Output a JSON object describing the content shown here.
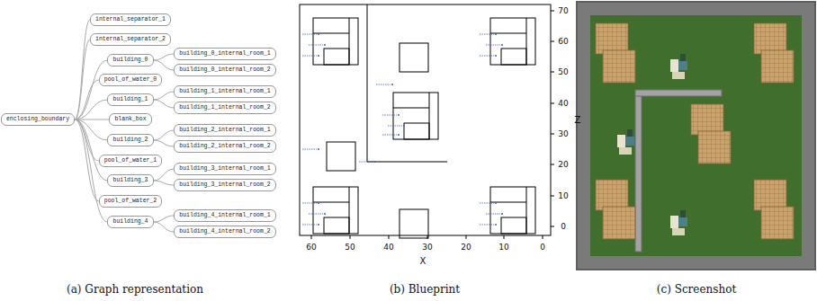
{
  "diagram": {
    "nodes": [
      {
        "text": [
          "enclosing_boundary"
        ]
      },
      {
        "text": [
          "internal_separator_1"
        ]
      },
      {
        "text": [
          "internal_separator_2"
        ]
      },
      {
        "text": [
          "building_0"
        ]
      },
      {
        "text": [
          "building_0_internal_room_1"
        ]
      },
      {
        "text": [
          "building_0_internal_room_2"
        ]
      },
      {
        "text": [
          "pool_of_water_0"
        ]
      },
      {
        "text": [
          "building_1"
        ]
      },
      {
        "text": [
          "building_1_internal_room_1"
        ]
      },
      {
        "text": [
          "building_1_internal_room_2"
        ]
      },
      {
        "text": [
          "blank_box"
        ]
      },
      {
        "text": [
          "building_2"
        ]
      },
      {
        "text": [
          "building_2_internal_room_1"
        ]
      },
      {
        "text": [
          "building_2_internal_room_2"
        ]
      },
      {
        "text": [
          "pool_of_water_1"
        ]
      },
      {
        "text": [
          "building_3"
        ]
      },
      {
        "text": [
          "building_3_internal_room_1"
        ]
      },
      {
        "text": [
          "building_3_internal_room_2"
        ]
      },
      {
        "text": [
          "pool_of_water_2"
        ]
      },
      {
        "text": [
          "building_4"
        ]
      },
      {
        "text": [
          "building_4_internal_room_1"
        ]
      },
      {
        "text": [
          "building_4_internal_room_2"
        ]
      }
    ],
    "edges": [
      {
        "from": 0,
        "to": 1,
        "arrow": "none"
      },
      {
        "from": 0,
        "to": 2,
        "arrow": "none"
      },
      {
        "from": 0,
        "to": 3,
        "arrow": "none"
      },
      {
        "from": 0,
        "to": 6,
        "arrow": "none"
      },
      {
        "from": 0,
        "to": 7,
        "arrow": "none"
      },
      {
        "from": 0,
        "to": 10,
        "arrow": "none"
      },
      {
        "from": 0,
        "to": 11,
        "arrow": "none"
      },
      {
        "from": 0,
        "to": 14,
        "arrow": "none"
      },
      {
        "from": 0,
        "to": 15,
        "arrow": "none"
      },
      {
        "from": 0,
        "to": 18,
        "arrow": "none"
      },
      {
        "from": 0,
        "to": 19,
        "arrow": "none"
      },
      {
        "from": 3,
        "to": 4,
        "arrow": "none"
      },
      {
        "from": 3,
        "to": 5,
        "arrow": "none"
      },
      {
        "from": 7,
        "to": 8,
        "arrow": "none"
      },
      {
        "from": 7,
        "to": 9,
        "arrow": "none"
      },
      {
        "from": 11,
        "to": 12,
        "arrow": "none"
      },
      {
        "from": 11,
        "to": 13,
        "arrow": "none"
      },
      {
        "from": 15,
        "to": 16,
        "arrow": "none"
      },
      {
        "from": 15,
        "to": 17,
        "arrow": "none"
      },
      {
        "from": 19,
        "to": 20,
        "arrow": "none"
      },
      {
        "from": 19,
        "to": 21,
        "arrow": "none"
      }
    ],
    "labels": [
      "60",
      "50",
      "40",
      "30",
      "20",
      "10",
      "0",
      "X",
      "0",
      "10",
      "20",
      "30",
      "40",
      "50",
      "60",
      "70",
      "Z",
      "(a) Graph representation",
      "(b) Blueprint",
      "(c) Screenshot"
    ]
  }
}
